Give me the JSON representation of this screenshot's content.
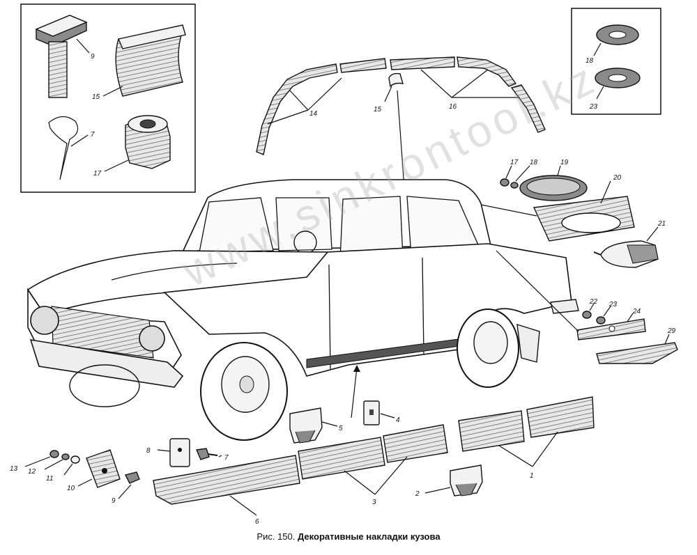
{
  "caption": {
    "fig": "Рис. 150.",
    "title": "Декоративные накладки кузова"
  },
  "watermark": "www.sinkrontool.kz",
  "labels": {
    "p1": "1",
    "p2": "2",
    "p3": "3",
    "p4": "4",
    "p5": "5",
    "p6": "6",
    "p7": "7",
    "p8": "8",
    "p9": "9",
    "p10": "10",
    "p11": "11",
    "p12": "12",
    "p13": "13",
    "p14": "14",
    "p15": "15",
    "p16": "16",
    "p17": "17",
    "p18": "18",
    "p19": "19",
    "p20": "20",
    "p21": "21",
    "p22": "22",
    "p23": "23",
    "p24": "24",
    "p29": "29",
    "inset_a9": "9",
    "inset_a15": "15",
    "inset_a7": "7",
    "inset_a17": "17",
    "inset_b18": "18",
    "inset_b23": "23"
  }
}
